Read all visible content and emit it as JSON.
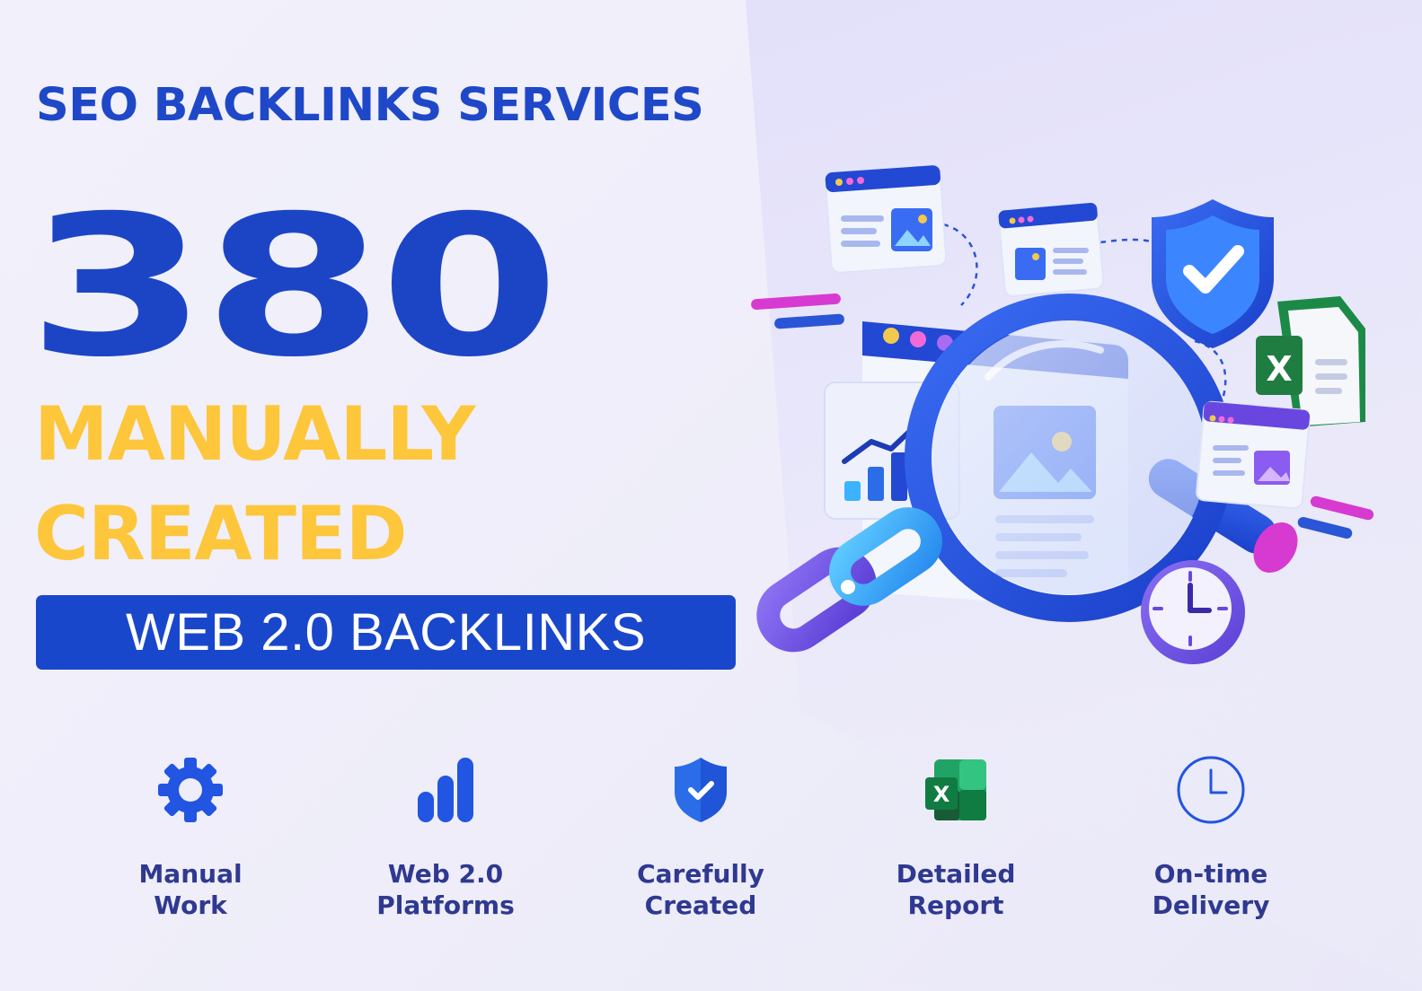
{
  "header": {
    "title": "SEO BACKLINKS SERVICES"
  },
  "hero": {
    "count": "380",
    "line1": "MANUALLY",
    "line2": "CREATED",
    "ribbon": "WEB 2.0 BACKLINKS"
  },
  "illustration": {
    "icons": [
      "browser-window-icon",
      "shield-check-icon",
      "excel-file-icon",
      "magnifier-icon",
      "growth-chart-icon",
      "chain-link-icon",
      "clock-icon"
    ],
    "excel_letter": "X"
  },
  "features": [
    {
      "icon": "gear-icon",
      "line1": "Manual",
      "line2": "Work"
    },
    {
      "icon": "bar-chart-icon",
      "line1": "Web 2.0",
      "line2": "Platforms"
    },
    {
      "icon": "shield-check-icon",
      "line1": "Carefully",
      "line2": "Created"
    },
    {
      "icon": "excel-icon",
      "line1": "Detailed",
      "line2": "Report",
      "letter": "X"
    },
    {
      "icon": "clock-icon",
      "line1": "On-time",
      "line2": "Delivery"
    }
  ],
  "colors": {
    "brand_blue": "#1c45c6",
    "accent_yellow": "#fdc63b",
    "text_navy": "#2f3990",
    "magenta": "#d63ad0"
  }
}
